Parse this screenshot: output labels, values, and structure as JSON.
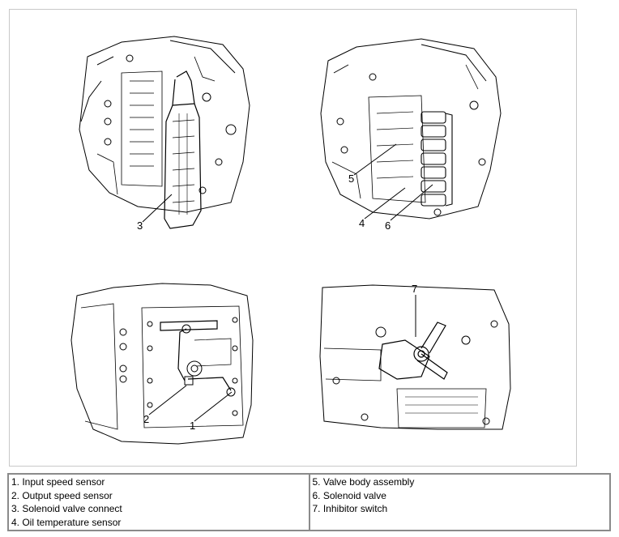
{
  "figure": {
    "callouts": [
      "1",
      "2",
      "3",
      "4",
      "5",
      "6",
      "7"
    ]
  },
  "legend": {
    "left_column": [
      "1. Input speed sensor",
      "2. Output speed sensor",
      "3. Solenoid valve connect",
      "4. Oil temperature sensor"
    ],
    "right_column": [
      "5. Valve body assembly",
      "6. Solenoid valve",
      "7. Inhibitor switch"
    ]
  }
}
